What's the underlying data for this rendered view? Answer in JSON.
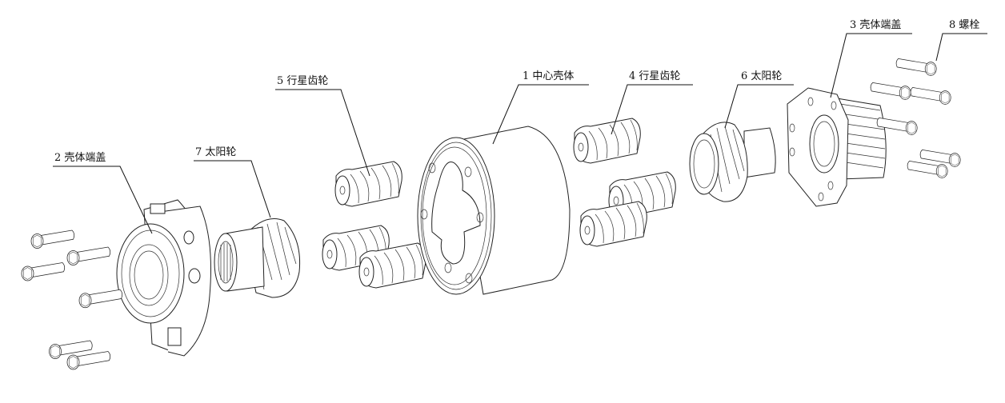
{
  "diagram": {
    "type": "exploded-assembly",
    "subject": "planetary gearbox",
    "callouts": [
      {
        "id": "1",
        "number": "1",
        "name": "中心壳体",
        "text": "1 中心壳体"
      },
      {
        "id": "2",
        "number": "2",
        "name": "壳体端盖",
        "text": "2 壳体端盖"
      },
      {
        "id": "3",
        "number": "3",
        "name": "壳体端盖",
        "text": "3 壳体端盖"
      },
      {
        "id": "4",
        "number": "4",
        "name": "行星齿轮",
        "text": "4 行星齿轮"
      },
      {
        "id": "5",
        "number": "5",
        "name": "行星齿轮",
        "text": "5 行星齿轮"
      },
      {
        "id": "6",
        "number": "6",
        "name": "太阳轮",
        "text": "6 太阳轮"
      },
      {
        "id": "7",
        "number": "7",
        "name": "太阳轮",
        "text": "7 太阳轮"
      },
      {
        "id": "8",
        "number": "8",
        "name": "螺栓",
        "text": "8 螺栓"
      }
    ],
    "parts": {
      "left_bolts": 6,
      "right_bolts": 6,
      "left_planet_gears": 3,
      "right_planet_gears": 3
    },
    "colors": {
      "line": "#111111",
      "background": "#ffffff"
    }
  }
}
